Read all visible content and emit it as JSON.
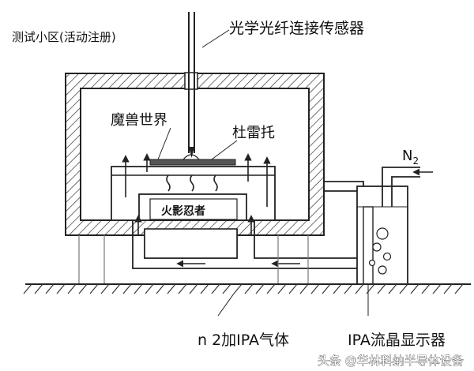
{
  "labels": {
    "top_left_note": "测试小区(活动注册)",
    "fiber_sensor": "光学光纤连接传感器",
    "chamber_label": "魔兽世界",
    "wafer_label": "杜雷托",
    "heater_label": "火影忍者",
    "n2_gas": "N",
    "n2_subscript": "2",
    "gas_mix": "n 2加IPA气体",
    "ipa_tank": "IPA流晶显示器"
  },
  "watermark": {
    "prefix": "头条 @",
    "text": "华林科纳半导体设备"
  },
  "colors": {
    "line": "#222222",
    "hatch": "#333333",
    "background": "#ffffff"
  }
}
